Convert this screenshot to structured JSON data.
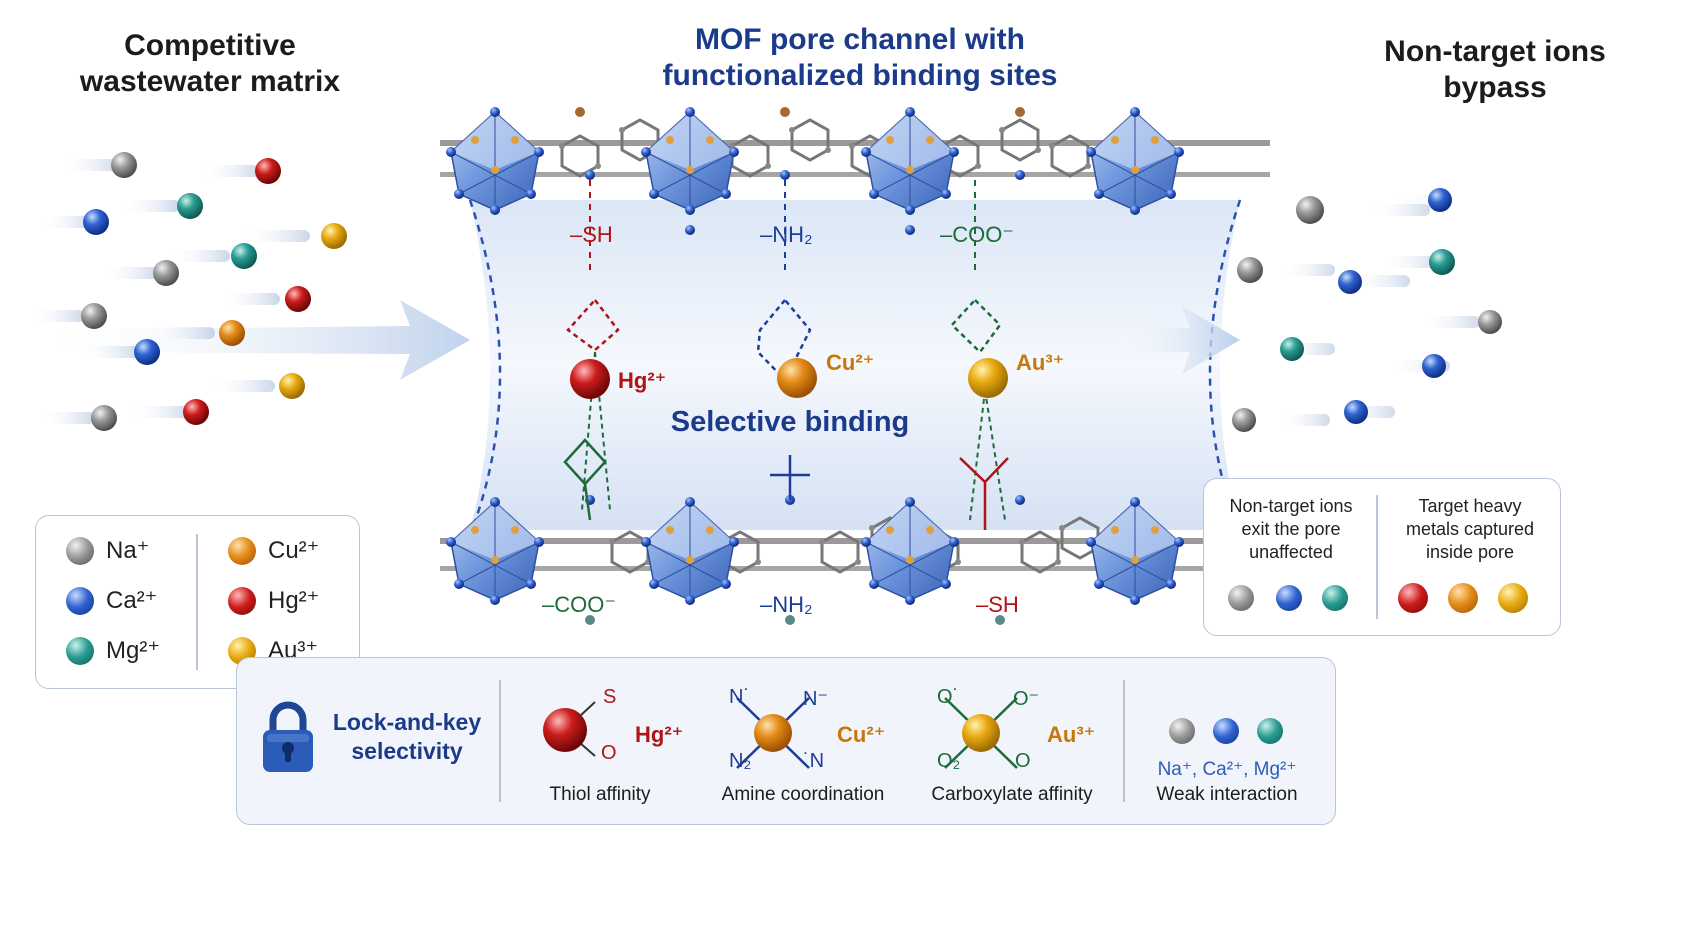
{
  "titles": {
    "left": "Competitive wastewater matrix",
    "center": "MOF pore channel with functionalized binding sites",
    "right": "Non-target ions bypass"
  },
  "pore": {
    "top_groups": [
      "–SH",
      "–NH₂",
      "–COO⁻"
    ],
    "bottom_groups": [
      "–COO⁻",
      "–NH₂",
      "–SH"
    ],
    "bound_ions": [
      "Hg²⁺",
      "Cu²⁺",
      "Au³⁺"
    ],
    "middle_label": "Selective binding"
  },
  "legend": {
    "items": [
      {
        "label": "Na⁺",
        "color": "#8c8c8c"
      },
      {
        "label": "Ca²⁺",
        "color": "#2a5cc8"
      },
      {
        "label": "Mg²⁺",
        "color": "#239088"
      },
      {
        "label": "Cu²⁺",
        "color": "#e08a14"
      },
      {
        "label": "Hg²⁺",
        "color": "#c41818"
      },
      {
        "label": "Au³⁺",
        "color": "#e3a50f"
      }
    ]
  },
  "outcome": {
    "non_target_text": "Non-target ions exit the pore unaffected",
    "target_text": "Target heavy metals captured inside pore"
  },
  "bottom_panel": {
    "heading": "Lock-and-key selectivity",
    "thiol": {
      "ion": "Hg²⁺",
      "caption": "Thiol affinity",
      "atoms": [
        "S",
        "O"
      ]
    },
    "amine": {
      "ion": "Cu²⁺",
      "caption": "Amine coordination",
      "atoms": [
        "N˙",
        "N⁻",
        "N₂",
        "˙N"
      ]
    },
    "carboxylate": {
      "ion": "Au³⁺",
      "caption": "Carboxylate affinity",
      "atoms": [
        "O˙",
        "O⁻",
        "O₂",
        "O"
      ]
    },
    "weak": {
      "ions": "Na⁺, Ca²⁺, Mg²⁺",
      "caption": "Weak interaction"
    }
  },
  "colors": {
    "title_blue": "#1b3a8a",
    "thiol_red": "#b01414",
    "amine_blue": "#1d3d9a",
    "carboxyl_green": "#1e6b3a",
    "ion_orange": "#c8770a",
    "framework_blue": "#5b86d6"
  }
}
